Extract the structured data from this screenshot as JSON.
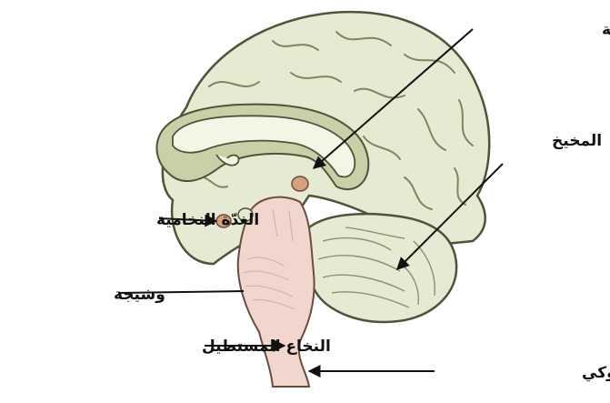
{
  "labels": {
    "pineal": "الغدّة الصنوبرية",
    "cerebellum": "المخيخ",
    "pituitary": "الغدّة النخامية",
    "pons": "وشيجة",
    "medulla": "النخاع المستطيل",
    "spinal_cord": "الحبل الشوكي"
  },
  "colors": {
    "brain_fill": "#e6ead2",
    "brain_outline": "#4d5438",
    "brain_inner": "#c9d0a8",
    "corpus_callosum": "#f4f5e4",
    "brainstem": "#f0d6cc",
    "gland": "#d6a17c",
    "text": "#111111"
  }
}
